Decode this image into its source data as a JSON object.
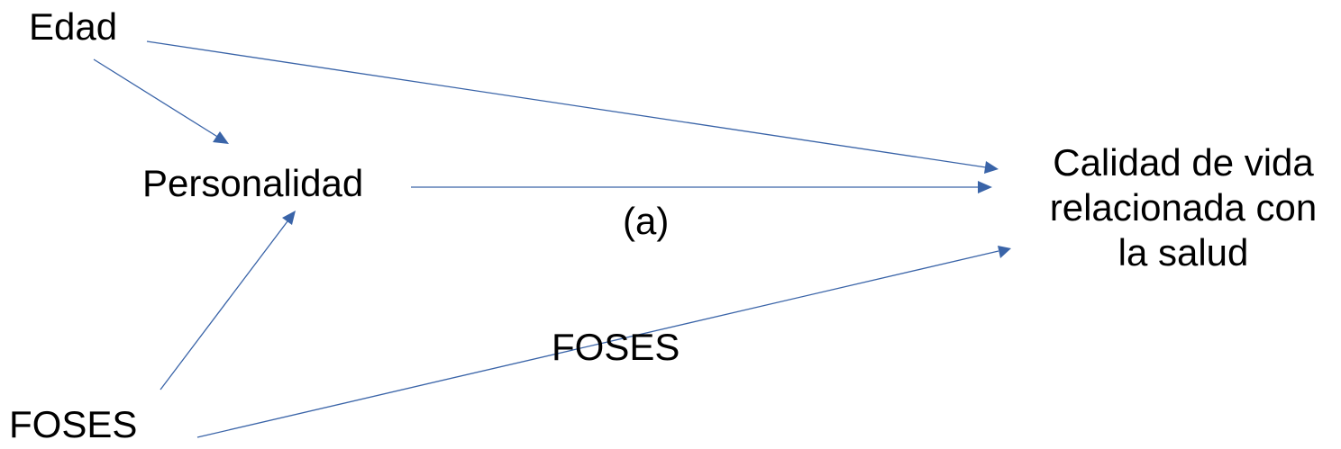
{
  "nodes": {
    "edad": "Edad",
    "personalidad": "Personalidad",
    "foses_left": "FOSES",
    "calidad": {
      "line1": "Calidad de vida",
      "line2": "relacionada con",
      "line3": "la salud"
    }
  },
  "edge_labels": {
    "a": "(a)",
    "foses_mid": "FOSES"
  },
  "edges": [
    {
      "from": "edad",
      "to": "personalidad"
    },
    {
      "from": "edad",
      "to": "calidad"
    },
    {
      "from": "personalidad",
      "to": "calidad"
    },
    {
      "from": "foses_left",
      "to": "personalidad"
    },
    {
      "from": "foses_left",
      "to": "calidad"
    }
  ],
  "colors": {
    "arrow": "#3A64A8",
    "text": "#000000",
    "background": "#FFFFFF"
  }
}
